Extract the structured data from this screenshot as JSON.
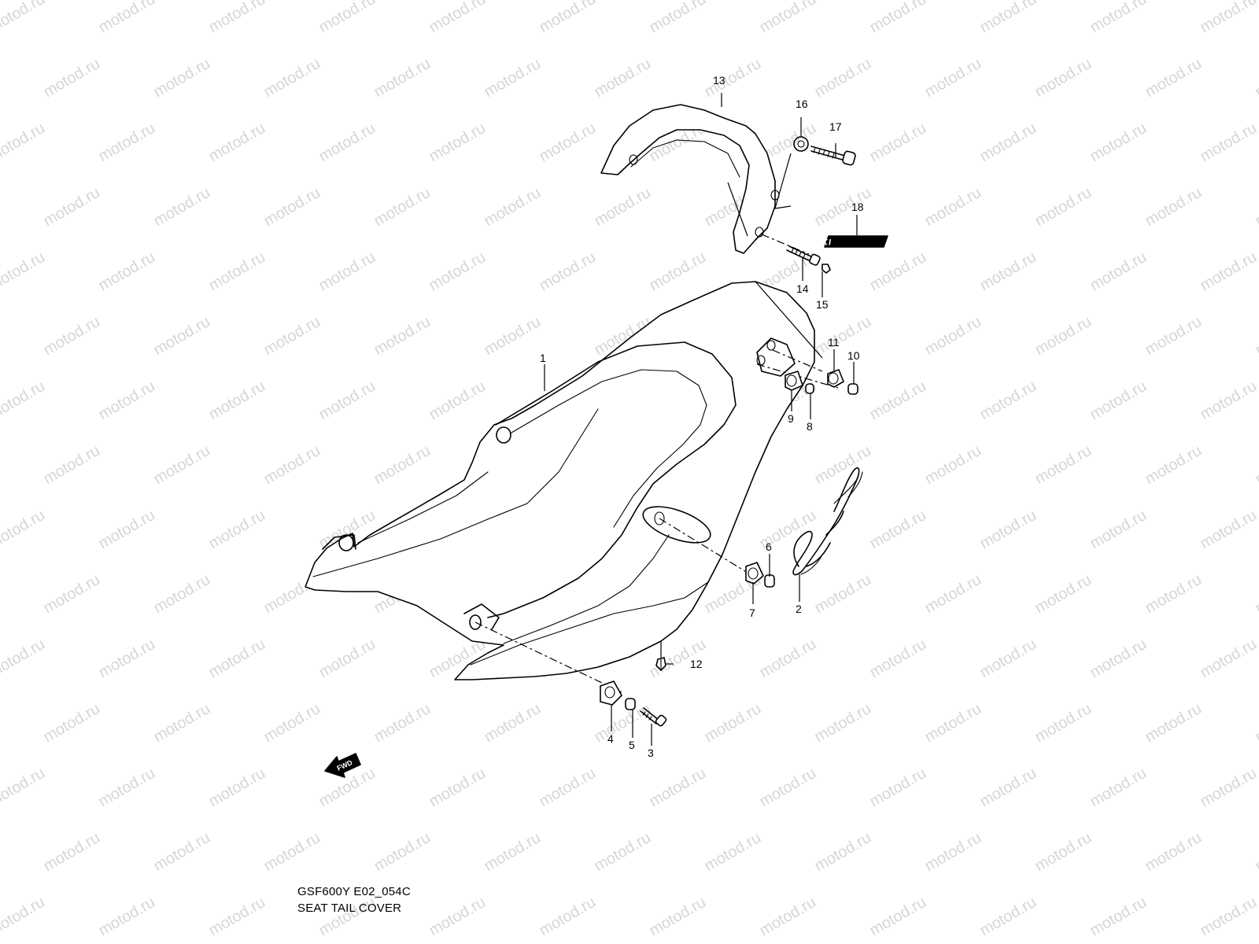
{
  "watermark": "motod.ru",
  "caption": {
    "code": "GSF600Y E02_054C",
    "title": "SEAT TAIL COVER"
  },
  "fwd_label": "FWD",
  "badge_text": "SUZUKI",
  "callouts": [
    "1",
    "2",
    "3",
    "4",
    "5",
    "6",
    "7",
    "8",
    "9",
    "10",
    "11",
    "12",
    "13",
    "14",
    "15",
    "16",
    "17",
    "18"
  ]
}
